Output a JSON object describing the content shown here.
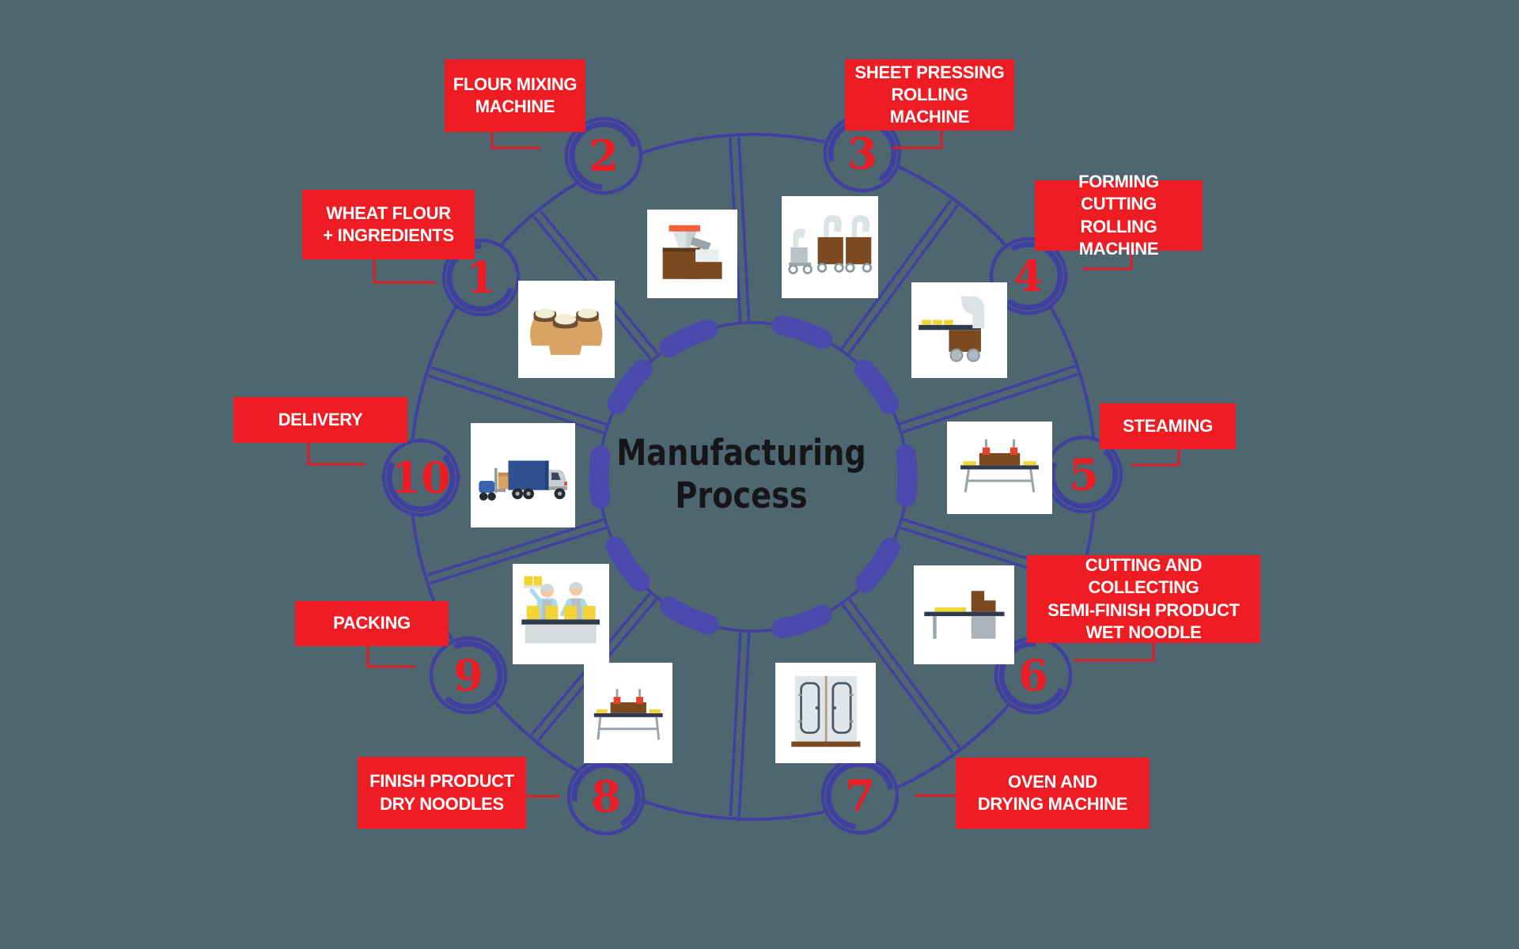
{
  "title": {
    "line1": "Manufacturing",
    "line2": "Process"
  },
  "colors": {
    "background": "#4d666f",
    "wheel_blue": "#4040a0",
    "inner_dash_blue": "#4a4aac",
    "accent_red": "#ee1d23",
    "connector_red": "#e31b22",
    "number_red": "#ed1c24",
    "title_text": "#15151a",
    "label_text": "#ffffff",
    "icon_box_bg": "#ffffff"
  },
  "steps": [
    {
      "number": "1",
      "label": "WHEAT FLOUR\n+ INGREDIENTS",
      "icon": "flour-sacks-icon"
    },
    {
      "number": "2",
      "label": "FLOUR MIXING\nMACHINE",
      "icon": "mixing-machine-icon"
    },
    {
      "number": "3",
      "label": "SHEET PRESSING\nROLLING MACHINE",
      "icon": "pressing-machines-icon"
    },
    {
      "number": "4",
      "label": "FORMING CUTTING\nROLLING MACHINE",
      "icon": "forming-machine-icon"
    },
    {
      "number": "5",
      "label": "STEAMING",
      "icon": "steaming-conveyor-icon"
    },
    {
      "number": "6",
      "label": "CUTTING AND COLLECTING\nSEMI-FINISH PRODUCT\nWET NOODLE",
      "icon": "cutting-conveyor-icon"
    },
    {
      "number": "7",
      "label": "OVEN AND\nDRYING MACHINE",
      "icon": "oven-icon"
    },
    {
      "number": "8",
      "label": "FINISH PRODUCT\nDRY NOODLES",
      "icon": "dry-noodles-icon"
    },
    {
      "number": "9",
      "label": "PACKING",
      "icon": "packing-workers-icon"
    },
    {
      "number": "10",
      "label": "DELIVERY",
      "icon": "delivery-truck-icon"
    }
  ]
}
